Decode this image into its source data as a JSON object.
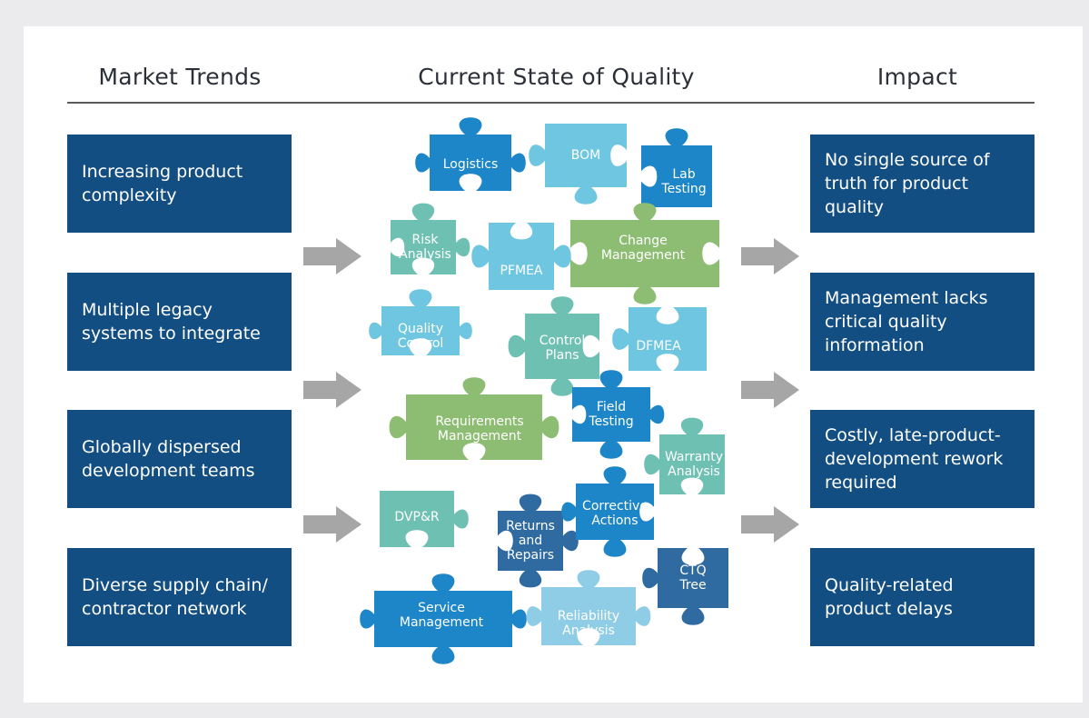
{
  "headers": {
    "left": "Market Trends",
    "center": "Current State of Quality",
    "right": "Impact"
  },
  "market_trends": [
    "Increasing product complexity",
    "Multiple legacy systems to integrate",
    "Globally dispersed development teams",
    "Diverse supply chain/ contractor network"
  ],
  "impacts": [
    "No single source of truth for product quality",
    "Management lacks critical quality information",
    "Costly, late-product-development rework required",
    "Quality-related product delays"
  ],
  "puzzle_pieces": [
    {
      "label": "Logistics",
      "color": "#1c86c8"
    },
    {
      "label": "BOM",
      "color": "#6fc6e0"
    },
    {
      "label": "Lab\nTesting",
      "color": "#1c86c8"
    },
    {
      "label": "Risk\nAnalysis",
      "color": "#6ec0b3"
    },
    {
      "label": "PFMEA",
      "color": "#6fc6e0"
    },
    {
      "label": "Change\nManagement",
      "color": "#8dbd72"
    },
    {
      "label": "Quality\nControl",
      "color": "#6fc6e0"
    },
    {
      "label": "Control\nPlans",
      "color": "#6ec0b3"
    },
    {
      "label": "DFMEA",
      "color": "#6fc6e0"
    },
    {
      "label": "Requirements\nManagement",
      "color": "#8dbd72"
    },
    {
      "label": "Field\nTesting",
      "color": "#1c86c8"
    },
    {
      "label": "Warranty\nAnalysis",
      "color": "#6ec0b3"
    },
    {
      "label": "DVP&R",
      "color": "#6ec0b3"
    },
    {
      "label": "Returns\nand\nRepairs",
      "color": "#2f6aa0"
    },
    {
      "label": "Corrective\nActions",
      "color": "#1c86c8"
    },
    {
      "label": "CTQ\nTree",
      "color": "#2f6aa0"
    },
    {
      "label": "Service\nManagement",
      "color": "#1c86c8"
    },
    {
      "label": "Reliability\nAnalysis",
      "color": "#8fcde6"
    }
  ],
  "colors": {
    "box": "#134e83",
    "arrow": "#a6a6a6",
    "rule": "#5a5a5a"
  }
}
